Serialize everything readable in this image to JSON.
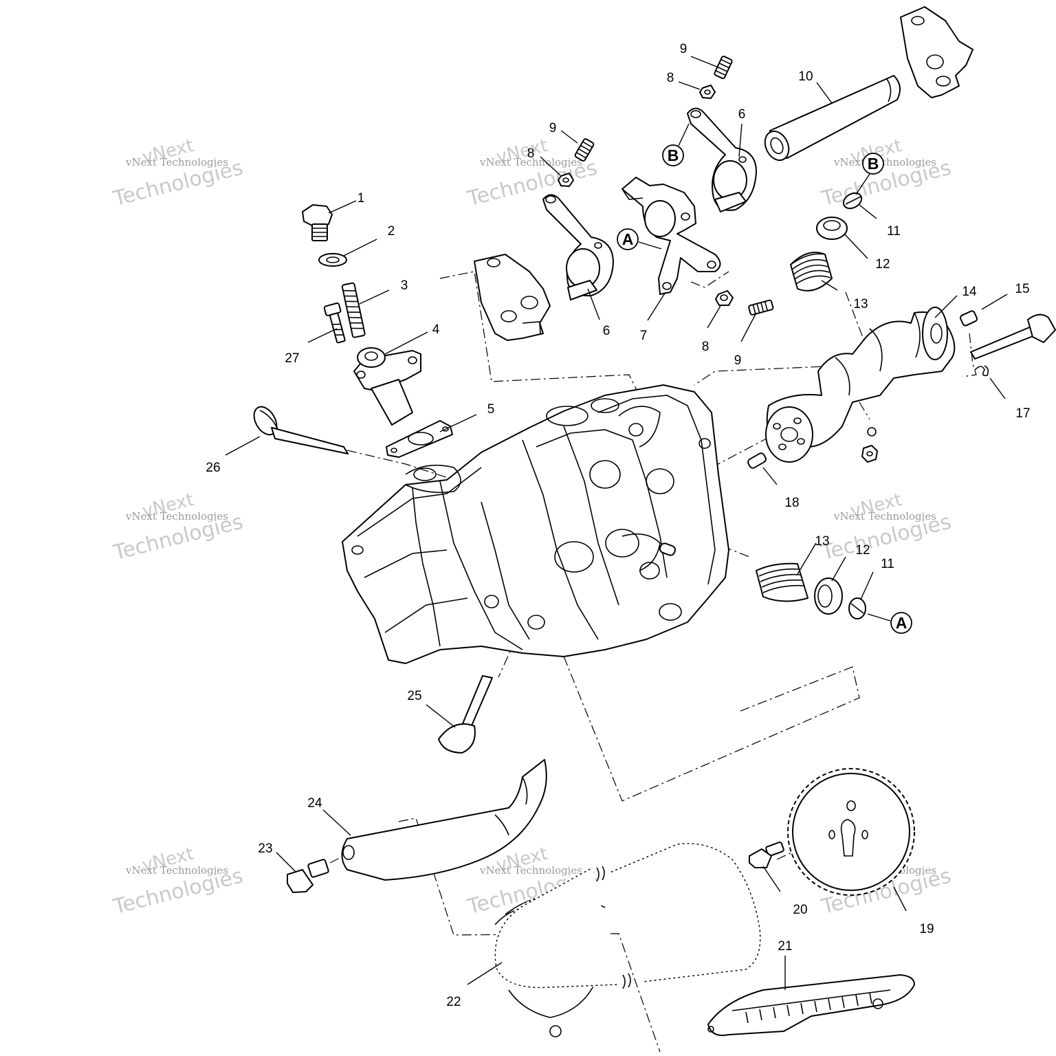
{
  "diagram": {
    "watermark_brand": "vNext",
    "watermark_line": "vNext Technologies",
    "watermark_big": "Technologies",
    "callouts": [
      "1",
      "2",
      "3",
      "4",
      "5",
      "6",
      "6",
      "7",
      "8",
      "8",
      "8",
      "9",
      "9",
      "9",
      "10",
      "11",
      "11",
      "12",
      "12",
      "13",
      "13",
      "14",
      "15",
      "17",
      "18",
      "19",
      "20",
      "21",
      "22",
      "23",
      "24",
      "25",
      "26",
      "27"
    ],
    "reference_marks": [
      "A",
      "A",
      "B",
      "B"
    ]
  }
}
